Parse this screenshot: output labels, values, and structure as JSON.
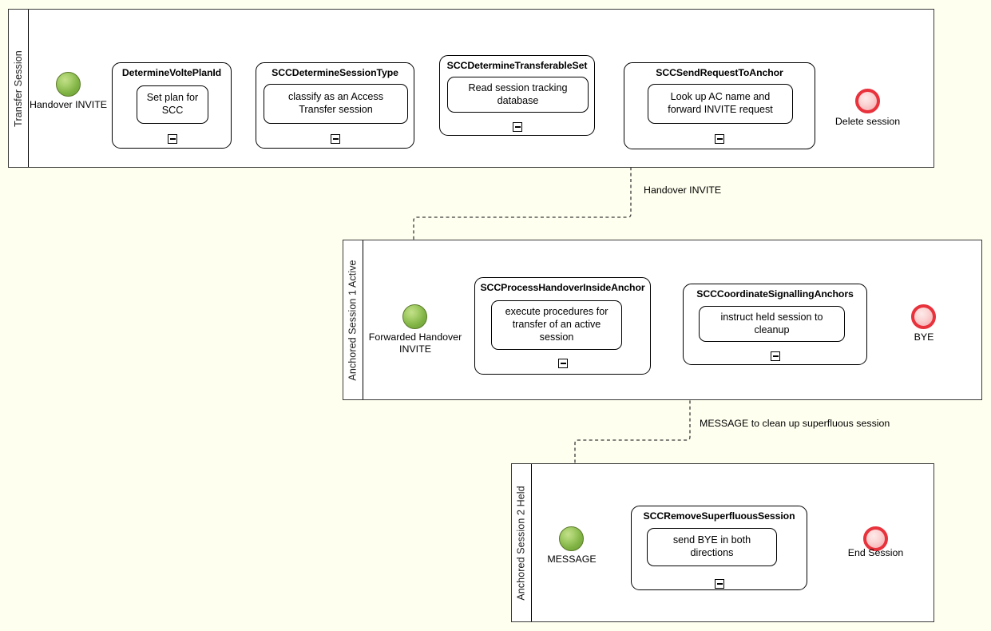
{
  "diagram": {
    "type": "bpmn-collaboration",
    "background_color": "#FFFFEF",
    "pools": [
      {
        "id": "transfer-session",
        "label": "Transfer Session",
        "start_event": {
          "label": "Handover INVITE",
          "type": "start",
          "color": "#7FB243"
        },
        "tasks": [
          {
            "title": "DetermineVoltePlanId",
            "description": "Set plan for SCC",
            "marker": "collapsed-subprocess"
          },
          {
            "title": "SCCDetermineSessionType",
            "description": "classify as an Access Transfer session",
            "marker": "collapsed-subprocess"
          },
          {
            "title": "SCCDetermineTransferableSet",
            "description": "Read session tracking database",
            "marker": "collapsed-subprocess"
          },
          {
            "title": "SCCSendRequestToAnchor",
            "description": "Look up AC name and forward INVITE request",
            "marker": "collapsed-subprocess"
          }
        ],
        "end_event": {
          "label": "Delete session",
          "type": "end",
          "color": "#E8323C"
        }
      },
      {
        "id": "anchored-session-1-active",
        "label": "Anchored Session 1 Active",
        "start_event": {
          "label": "Forwarded Handover\nINVITE",
          "type": "start",
          "color": "#7FB243"
        },
        "tasks": [
          {
            "title": "SCCProcessHandoverInsideAnchor",
            "description": "execute procedures for transfer of an active session",
            "marker": "collapsed-subprocess"
          },
          {
            "title": "SCCCoordinateSignallingAnchors",
            "description": "instruct held session to cleanup",
            "marker": "collapsed-subprocess"
          }
        ],
        "end_event": {
          "label": "BYE",
          "type": "end",
          "color": "#E8323C"
        }
      },
      {
        "id": "anchored-session-2-held",
        "label": "Anchored Session 2 Held",
        "start_event": {
          "label": "MESSAGE",
          "type": "start",
          "color": "#7FB243"
        },
        "tasks": [
          {
            "title": "SCCRemoveSuperfluousSession",
            "description": "send BYE in both directions",
            "marker": "collapsed-subprocess"
          }
        ],
        "end_event": {
          "label": "End Session",
          "type": "end",
          "color": "#E8323C"
        }
      }
    ],
    "message_flows": [
      {
        "label": "Handover INVITE",
        "from": "SCCSendRequestToAnchor",
        "to": "Forwarded Handover INVITE"
      },
      {
        "label": "MESSAGE to clean up superfluous session",
        "from": "SCCCoordinateSignallingAnchors",
        "to": "MESSAGE"
      }
    ]
  }
}
